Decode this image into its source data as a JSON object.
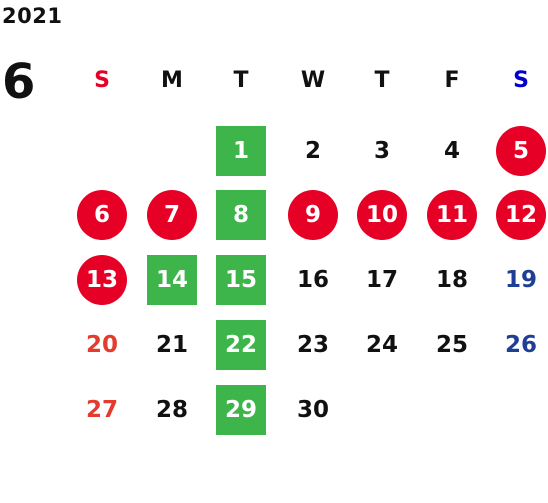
{
  "calendar": {
    "year": "2021",
    "month": "6",
    "weekdays": [
      {
        "label": "S",
        "color": "#e60026"
      },
      {
        "label": "M",
        "color": "#111111"
      },
      {
        "label": "T",
        "color": "#111111"
      },
      {
        "label": "W",
        "color": "#111111"
      },
      {
        "label": "T",
        "color": "#111111"
      },
      {
        "label": "F",
        "color": "#111111"
      },
      {
        "label": "S",
        "color": "#0000cc"
      }
    ],
    "legend_colors": {
      "green_box": "#3db54a",
      "red_circle": "#e60026",
      "sunday_text": "#e33b2e",
      "saturday_text": "#1e3f94"
    },
    "weeks": [
      [
        null,
        null,
        {
          "day": "1",
          "style": "green"
        },
        {
          "day": "2",
          "style": "plain"
        },
        {
          "day": "3",
          "style": "plain"
        },
        {
          "day": "4",
          "style": "plain"
        },
        {
          "day": "5",
          "style": "red"
        }
      ],
      [
        {
          "day": "6",
          "style": "red"
        },
        {
          "day": "7",
          "style": "red"
        },
        {
          "day": "8",
          "style": "green"
        },
        {
          "day": "9",
          "style": "red"
        },
        {
          "day": "10",
          "style": "red"
        },
        {
          "day": "11",
          "style": "red"
        },
        {
          "day": "12",
          "style": "red"
        }
      ],
      [
        {
          "day": "13",
          "style": "red"
        },
        {
          "day": "14",
          "style": "green"
        },
        {
          "day": "15",
          "style": "green"
        },
        {
          "day": "16",
          "style": "plain"
        },
        {
          "day": "17",
          "style": "plain"
        },
        {
          "day": "18",
          "style": "plain"
        },
        {
          "day": "19",
          "style": "plain-sat"
        }
      ],
      [
        {
          "day": "20",
          "style": "plain-sun"
        },
        {
          "day": "21",
          "style": "plain"
        },
        {
          "day": "22",
          "style": "green"
        },
        {
          "day": "23",
          "style": "plain"
        },
        {
          "day": "24",
          "style": "plain"
        },
        {
          "day": "25",
          "style": "plain"
        },
        {
          "day": "26",
          "style": "plain-sat"
        }
      ],
      [
        {
          "day": "27",
          "style": "plain-sun"
        },
        {
          "day": "28",
          "style": "plain"
        },
        {
          "day": "29",
          "style": "green"
        },
        {
          "day": "30",
          "style": "plain"
        },
        null,
        null,
        null
      ]
    ]
  }
}
